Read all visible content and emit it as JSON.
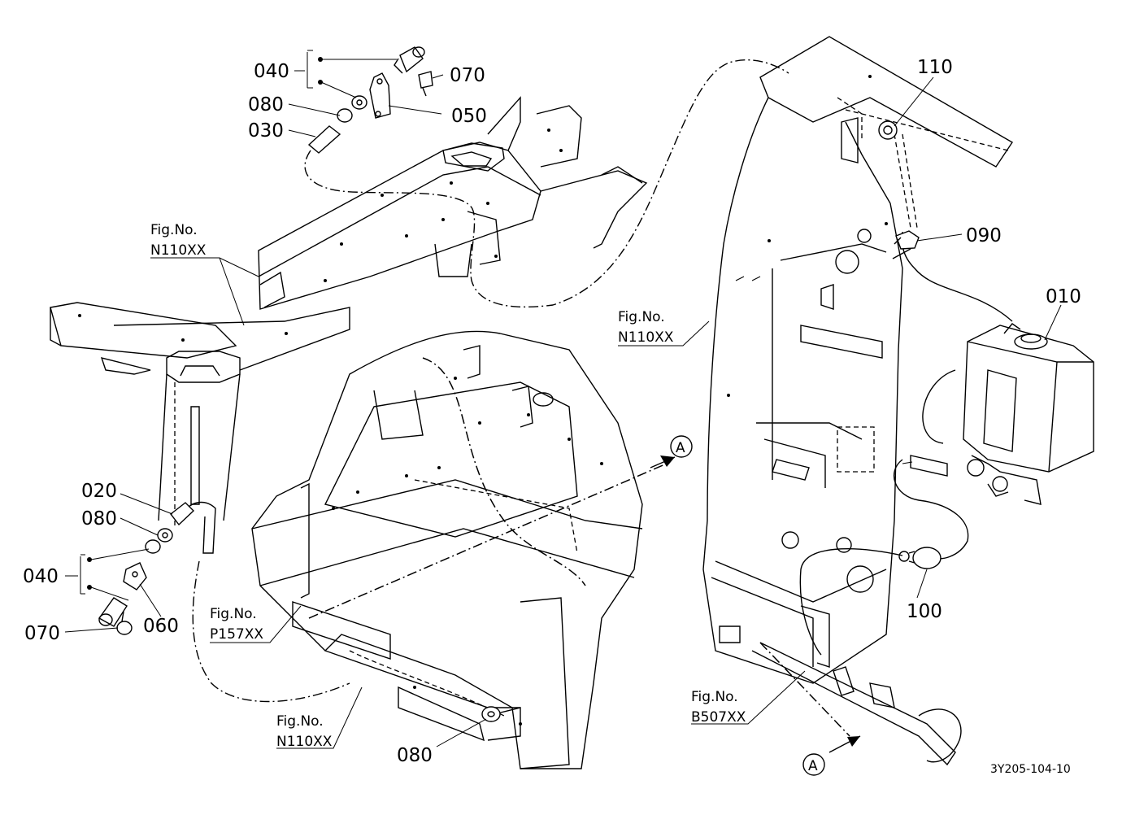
{
  "drawing": {
    "code": "3Y205-104-10",
    "section_marker": "A",
    "part_labels": {
      "p010": "010",
      "p020": "020",
      "p030": "030",
      "p040": "040",
      "p050": "050",
      "p060": "060",
      "p070": "070",
      "p080": "080",
      "p090": "090",
      "p100": "100",
      "p110": "110"
    },
    "figure_refs": {
      "fig_label": "Fig.No.",
      "n110": "N110XX",
      "p157": "P157XX",
      "b507": "B507XX"
    }
  }
}
